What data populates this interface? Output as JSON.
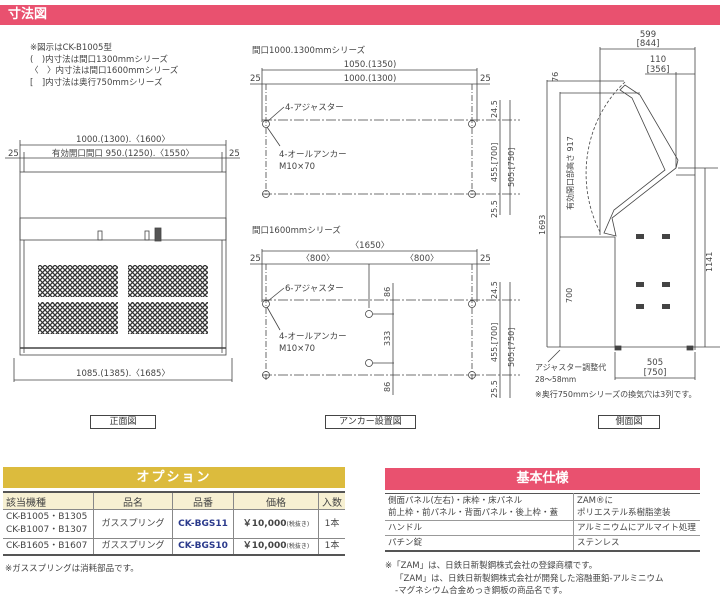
{
  "header": {
    "title": "寸法図"
  },
  "notes": [
    "※図示はCK-B1005型",
    "(　)内寸法は間口1300mmシリーズ",
    "〈　〉内寸法は間口1600mmシリーズ",
    "[　]内寸法は奥行750mmシリーズ"
  ],
  "front_view": {
    "dim_total": "1000.(1300).〈1600〉",
    "dim_left": "25",
    "dim_right": "25",
    "dim_opening": "有効開口間口 950.(1250).〈1550〉",
    "dim_bottom": "1085.(1385).〈1685〉",
    "label": "正面図"
  },
  "anchor_view": {
    "a": {
      "title": "間口1000.1300mmシリーズ",
      "dim_outer": "1050.(1350)",
      "dim_inner": "1000.(1300)",
      "dim_left": "25",
      "dim_right": "25",
      "adjuster": "4-アジャスター",
      "anchor": "4-オールアンカー",
      "anchor_size": "M10×70",
      "dim_top": "24.5",
      "dim_mid": "455.[700]",
      "dim_total": "505.[750]",
      "dim_bottom": "25.5"
    },
    "b": {
      "title": "間口1600mmシリーズ",
      "dim_outer": "〈1650〉",
      "dim_half_left": "〈800〉",
      "dim_half_right": "〈800〉",
      "dim_left": "25",
      "dim_right": "25",
      "adjuster": "6-アジャスター",
      "anchor": "4-オールアンカー",
      "anchor_size": "M10×70",
      "dim_c_top": "86",
      "dim_c_mid": "333",
      "dim_c_bottom": "86",
      "dim_top": "24.5",
      "dim_mid": "455.[700]",
      "dim_total": "505.[750]",
      "dim_bottom": "25.5"
    },
    "label": "アンカー設置図"
  },
  "side_view": {
    "dim_top": "599",
    "dim_top_alt": "[844]",
    "dim_lid": "110",
    "dim_lid_alt": "[356]",
    "dim_76": "76",
    "dim_height": "1693",
    "dim_opening": "有効開口部高さ 917",
    "dim_700": "700",
    "dim_1141": "1141",
    "dim_depth": "505",
    "dim_depth_alt": "[750]",
    "adjuster_note": "アジャスター調整代",
    "adjuster_range": "28～58mm",
    "vent_note": "※奥行750mmシリーズの換気穴は3列です。",
    "label": "側面図"
  },
  "options": {
    "title": "オプション",
    "headers": [
      "該当機種",
      "品名",
      "品番",
      "価格",
      "入数"
    ],
    "rows": [
      {
        "models": [
          "CK-B1005・B1305",
          "CK-B1007・B1307"
        ],
        "name": "ガススプリング",
        "code": "CK-BGS11",
        "price": "￥10,000",
        "tax": "(税抜き)",
        "qty": "1本"
      },
      {
        "models": [
          "CK-B1605・B1607"
        ],
        "name": "ガススプリング",
        "code": "CK-BGS10",
        "price": "￥10,000",
        "tax": "(税抜き)",
        "qty": "1本"
      }
    ],
    "note": "※ガススプリングは消耗部品です。"
  },
  "spec": {
    "title": "基本仕様",
    "rows": [
      {
        "part": [
          "側面パネル(左右)・床枠・床パネル",
          "前上枠・前パネル・背面パネル・後上枠・蓋"
        ],
        "material": [
          "ZAM®に",
          "ポリエステル系樹脂塗装"
        ]
      },
      {
        "part": [
          "ハンドル"
        ],
        "material": [
          "アルミニウムにアルマイト処理"
        ]
      },
      {
        "part": [
          "パチン錠"
        ],
        "material": [
          "ステンレス"
        ]
      }
    ],
    "notes": [
      "※「ZAM」は、日鉄日新製鋼株式会社の登録商標です。",
      "「ZAM」は、日鉄日新製鋼株式会社が開発した溶融亜鉛-アルミニウム",
      "-マグネシウム合金めっき鋼板の商品名です。"
    ]
  },
  "colors": {
    "header_pink": "#e9516f",
    "option_gold": "#dcbb3d",
    "part_number_blue": "#2b3a8c"
  }
}
